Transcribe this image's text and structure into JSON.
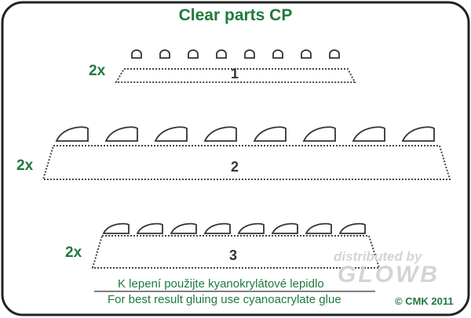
{
  "title": "Clear parts CP",
  "parts": [
    {
      "number": "1",
      "quantity": "2x",
      "count": 8
    },
    {
      "number": "2",
      "quantity": "2x",
      "count": 8
    },
    {
      "number": "3",
      "quantity": "2x",
      "count": 8
    }
  ],
  "note_cz": "K lepení použijte kyanokrylátové lepidlo",
  "note_en": "For best result gluing use cyanoacrylate glue",
  "copyright": "© CMK 2011",
  "watermark": {
    "line1": "distributed by",
    "line2": "GLOWB"
  },
  "colors": {
    "text": "#1e7a3c",
    "frame": "#222222",
    "watermark": "#d4d4d4"
  }
}
